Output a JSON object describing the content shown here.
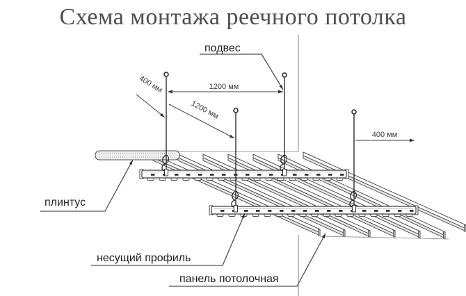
{
  "title": "Схема монтажа реечного потолка",
  "labels": {
    "hanger": "подвес",
    "plinth": "плинтус",
    "carrier": "несущий профиль",
    "panel": "панель потолочная"
  },
  "dimensions": {
    "hanger_spacing_top": "1200 мм",
    "wall_offset_left": "400 мм",
    "row_spacing_diag": "1200 мм",
    "wall_offset_right": "400 мм"
  },
  "colors": {
    "line": "#3d3d3d",
    "wall_line": "#8a8a8a",
    "title_text": "#4e4e4e",
    "label_text": "#1f1f1f"
  }
}
